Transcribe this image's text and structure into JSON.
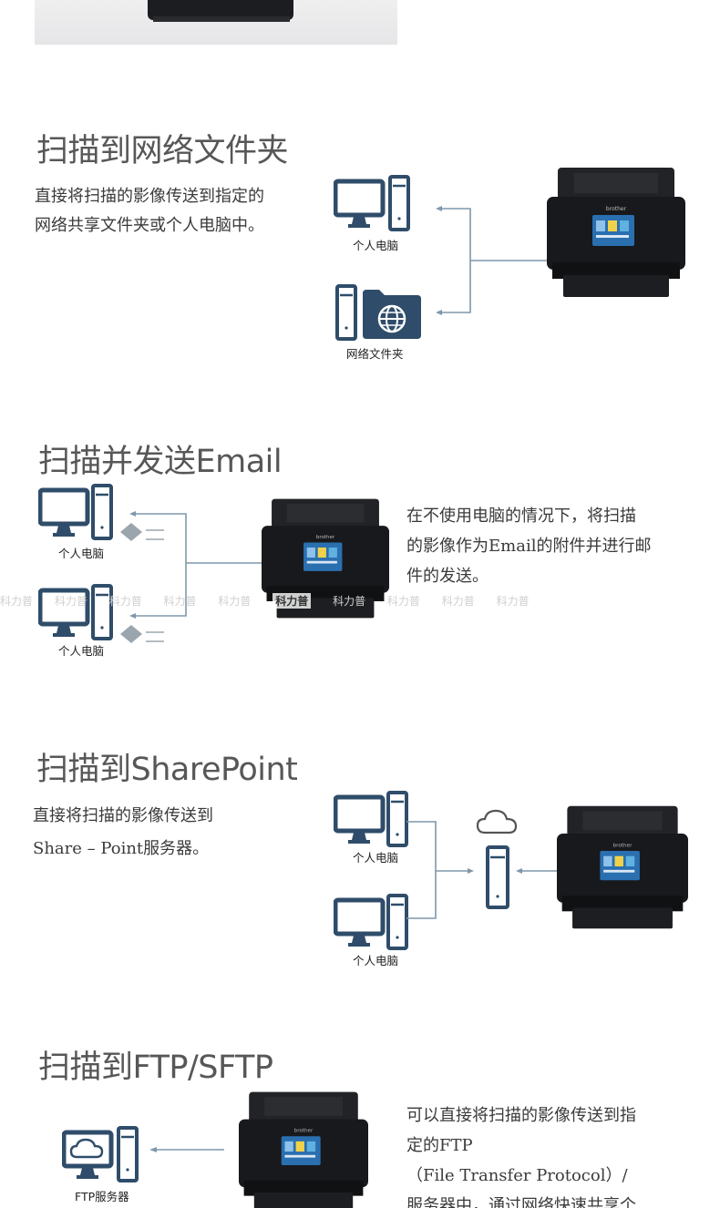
{
  "sections": [
    {
      "title": "扫描到网络文件夹",
      "desc": [
        "直接将扫描的影像传送到指定的",
        "网络共享文件夹或个人电脑中。"
      ],
      "captions": [
        "个人电脑",
        "网络文件夹"
      ]
    },
    {
      "title": "扫描并发送Email",
      "desc": [
        "在不使用电脑的情况下，将扫描",
        "的影像作为Email的附件并进行邮",
        "件的发送。"
      ],
      "captions": [
        "个人电脑",
        "个人电脑"
      ]
    },
    {
      "title": "扫描到SharePoint",
      "desc": [
        "直接将扫描的影像传送到",
        "Share  –  Point服务器。"
      ],
      "captions": [
        "个人电脑",
        "个人电脑"
      ]
    },
    {
      "title": "扫描到FTP/SFTP",
      "desc": [
        "可以直接将扫描的影像传送到指",
        "定的FTP",
        "（File  Transfer  Protocol）/",
        "服务器中，通过网络快速共享个"
      ],
      "captions": [
        "FTP服务器"
      ]
    }
  ],
  "device": {
    "brand": "brother"
  },
  "watermark": {
    "text": "科力普"
  },
  "colors": {
    "icon": "#2f4d6a",
    "line": "#7f97ac",
    "title": "#575757"
  }
}
